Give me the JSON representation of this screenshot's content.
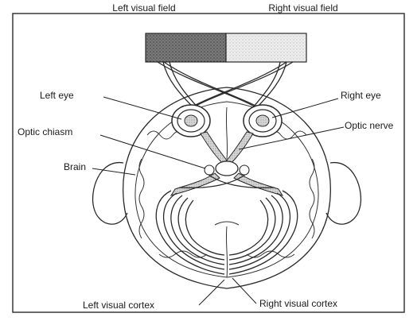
{
  "labels": {
    "left_visual_field": "Left visual field",
    "right_visual_field": "Right visual field",
    "left_eye": "Left eye",
    "right_eye": "Right eye",
    "optic_chiasm": "Optic chiasm",
    "optic_nerve": "Optic nerve",
    "brain": "Brain",
    "left_visual_cortex": "Left visual cortex",
    "right_visual_cortex": "Right visual cortex"
  },
  "colors": {
    "left_field_fill": "#6e6e6e",
    "right_field_fill": "#e4e4e4",
    "ink": "#2a2a2a",
    "background": "#ffffff"
  }
}
